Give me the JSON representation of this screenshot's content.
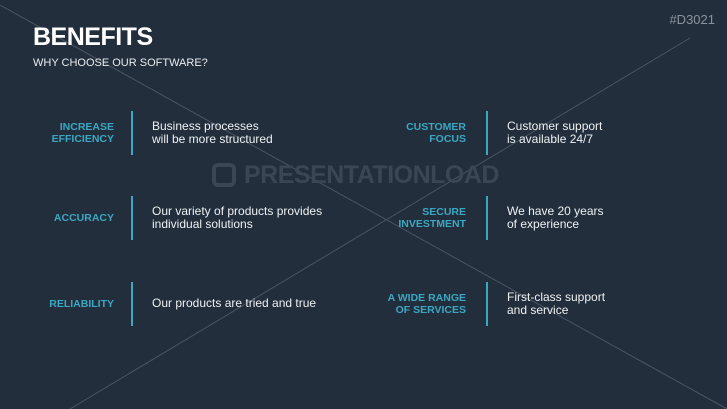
{
  "header": {
    "title": "BENEFITS",
    "subtitle": "WHY CHOOSE OUR SOFTWARE?",
    "code": "#D3021"
  },
  "watermark": "PRESENTATIONLOAD",
  "colors": {
    "background": "#222e3c",
    "accent": "#3ba7c2",
    "text": "#eef1f3"
  },
  "benefits": [
    {
      "label1": "INCREASE",
      "label2": "EFFICIENCY",
      "desc1": "Business processes",
      "desc2": "will be more structured"
    },
    {
      "label1": "CUSTOMER",
      "label2": "FOCUS",
      "desc1": "Customer support",
      "desc2": "is available 24/7"
    },
    {
      "label1": "",
      "label2": "ACCURACY",
      "desc1": "Our variety of products provides",
      "desc2": "individual solutions"
    },
    {
      "label1": "SECURE",
      "label2": "INVESTMENT",
      "desc1": "We have 20 years",
      "desc2": "of experience"
    },
    {
      "label1": "",
      "label2": "RELIABILITY",
      "desc1": "Our products are tried and true",
      "desc2": ""
    },
    {
      "label1": "A WIDE RANGE",
      "label2": "OF SERVICES",
      "desc1": "First-class support",
      "desc2": "and service"
    }
  ]
}
